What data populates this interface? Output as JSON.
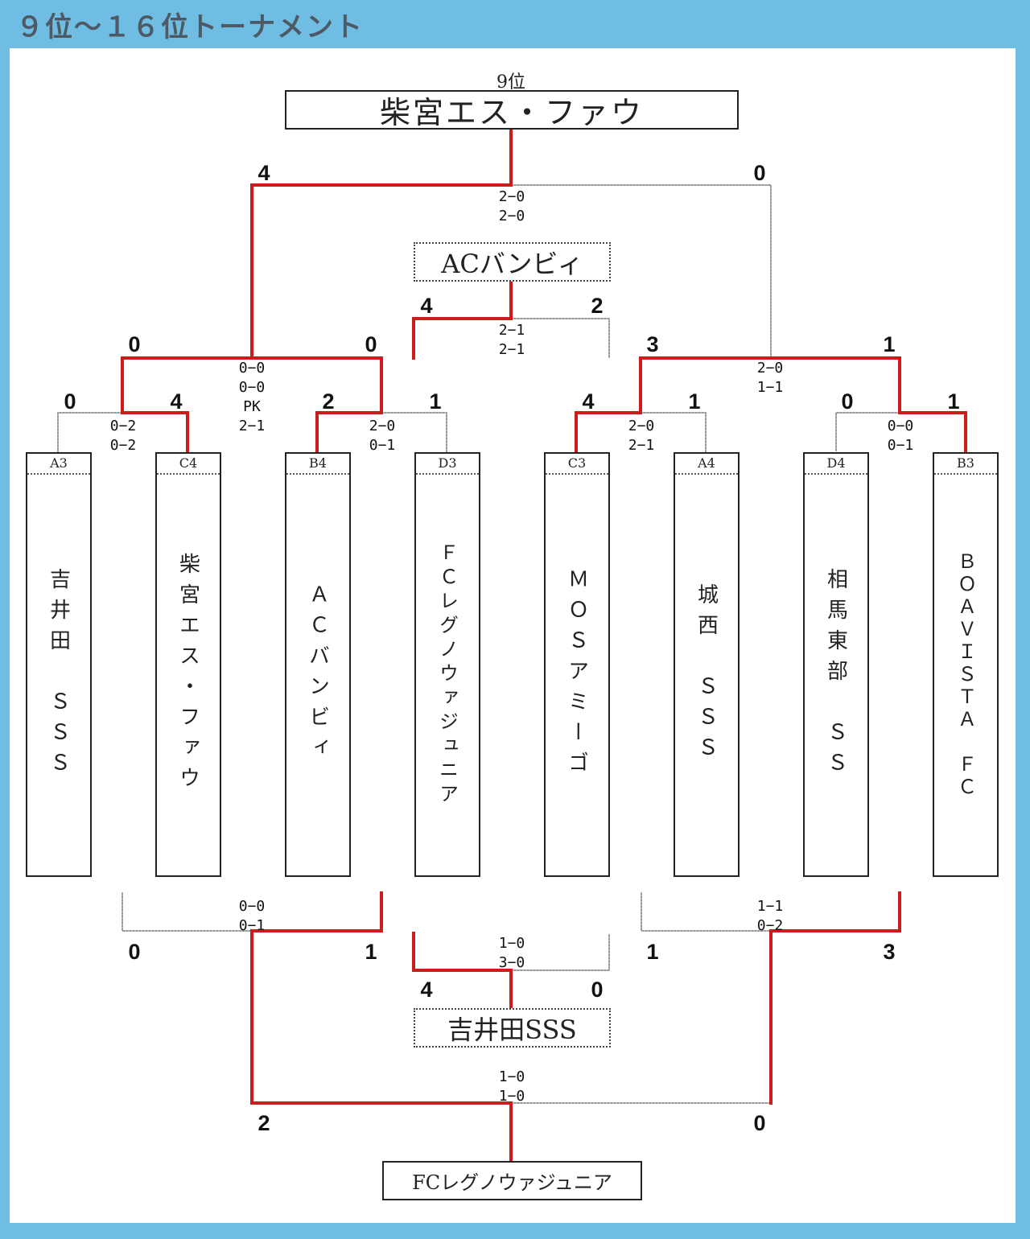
{
  "header": {
    "title": "９位～１６位トーナメント"
  },
  "colors": {
    "header_bg": "#6fbde3",
    "winner_line": "#cc1b1b",
    "loser_line": "#777777"
  },
  "final": {
    "place_label": "9位",
    "winner": "柴宮エス・ファウ",
    "left_score": "4",
    "right_score": "0",
    "set_scores": [
      "2−0",
      "2−0"
    ]
  },
  "third_match": {
    "winner": "ACバンビィ",
    "left_score": "4",
    "right_score": "2",
    "set_scores": [
      "2−1",
      "2−1"
    ]
  },
  "bottom_match_a": {
    "winner": "吉井田SSS",
    "left_score": "4",
    "right_score": "0",
    "set_scores": [
      "1−0",
      "3−0"
    ]
  },
  "bottom_match_b": {
    "winner": "FCレグノウァジュニア",
    "left_score": "2",
    "right_score": "0",
    "set_scores": [
      "1−0",
      "1−0"
    ]
  },
  "semis": [
    {
      "left_score": "0",
      "right_score": "0",
      "set_scores": [
        "0−0",
        "0−0",
        "PK",
        "2−1"
      ]
    },
    {
      "left_score": "3",
      "right_score": "1",
      "set_scores": [
        "2−0",
        "1−1"
      ]
    }
  ],
  "first_round": [
    {
      "left_score": "0",
      "right_score": "4",
      "set_scores": [
        "0−2",
        "0−2"
      ]
    },
    {
      "left_score": "2",
      "right_score": "1",
      "set_scores": [
        "2−0",
        "0−1"
      ]
    },
    {
      "left_score": "4",
      "right_score": "1",
      "set_scores": [
        "2−0",
        "2−1"
      ]
    },
    {
      "left_score": "0",
      "right_score": "1",
      "set_scores": [
        "0−0",
        "0−1"
      ]
    }
  ],
  "lower_semis": [
    {
      "left_score": "0",
      "right_score": "1",
      "set_scores": [
        "0−0",
        "0−1"
      ]
    },
    {
      "left_score": "1",
      "right_score": "3",
      "set_scores": [
        "1−1",
        "0−2"
      ]
    }
  ],
  "teams": [
    {
      "seed": "A3",
      "name": "吉井田　ＳＳＳ"
    },
    {
      "seed": "C4",
      "name": "柴宮エス・ファウ"
    },
    {
      "seed": "B4",
      "name": "ＡＣバンビィ"
    },
    {
      "seed": "D3",
      "name": "ＦＣレグノウァジュニア"
    },
    {
      "seed": "C3",
      "name": "ＭＯＳアミーゴ"
    },
    {
      "seed": "A4",
      "name": "城西　ＳＳＳ"
    },
    {
      "seed": "D4",
      "name": "相馬東部　ＳＳ"
    },
    {
      "seed": "B3",
      "name": "ＢＯＡＶＩＳＴＡ　ＦＣ"
    }
  ]
}
